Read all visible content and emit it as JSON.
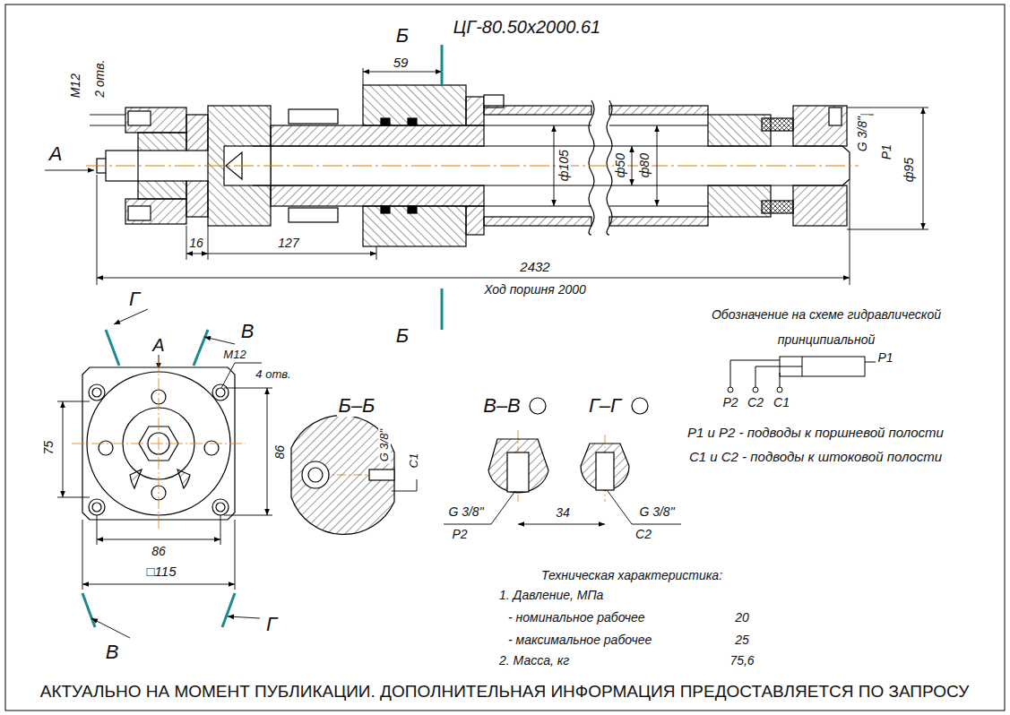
{
  "diagram": {
    "title": "ЦГ-80.50х2000.61",
    "labels": [
      "Б",
      "59",
      "M12",
      "2 отв.",
      "А",
      "ф105",
      "ф50",
      "ф80",
      "G 3/8\"",
      "P1",
      "ф95",
      "16",
      "127",
      "2432",
      "Ход поршня 2000",
      "Б",
      "Г",
      "В",
      "А",
      "M12",
      "4 отв.",
      "75",
      "86",
      "86",
      "□115",
      "В",
      "Г",
      "Б–Б",
      "G 3/8\"",
      "C1",
      "В–В",
      "Г–Г",
      "G 3/8\"",
      "P2",
      "34",
      "G 3/8\"",
      "C2",
      "Обозначение на схеме гидравлической",
      "принципиальной",
      "P1",
      "P2",
      "C2",
      "C1",
      "P1 и P2 - подводы к поршневой полости",
      "C1 и C2 - подводы к штоковой полости",
      "Техническая характеристика:",
      "1. Давление, МПа",
      "- номинальное рабочее",
      "20",
      "- максимальное рабочее",
      "25",
      "2. Масса, кг",
      "75,6",
      "АКТУАЛЬНО НА МОМЕНТ ПУБЛИКАЦИИ. ДОПОЛНИТЕЛЬНАЯ ИНФОРМАЦИЯ ПРЕДОСТАВЛЯЕТСЯ ПО ЗАПРОСУ"
    ]
  }
}
